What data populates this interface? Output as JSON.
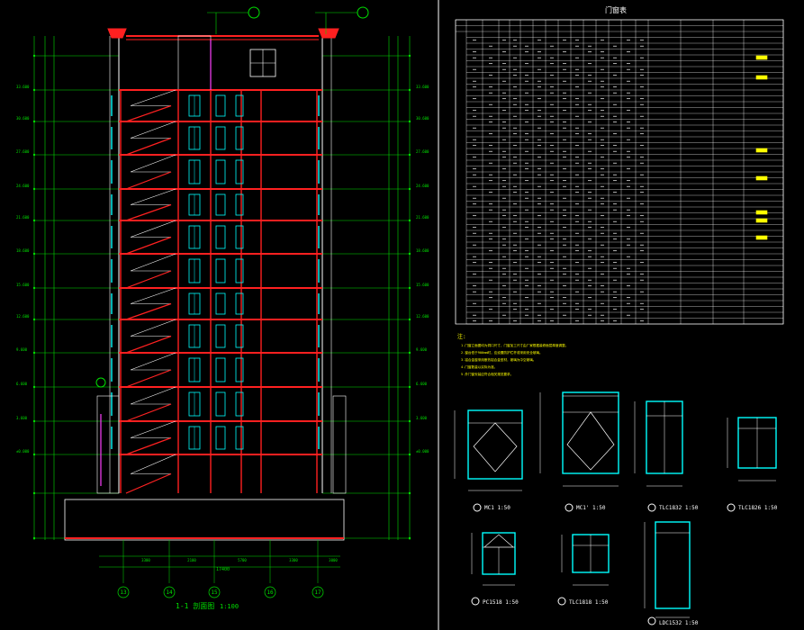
{
  "drawing": {
    "section_title": "1-1 剖面图",
    "section_scale": "1:100",
    "total_width_dim": "17400",
    "axis_labels": [
      "13",
      "14",
      "15",
      "16",
      "17"
    ],
    "bottom_dims": [
      "3300",
      "2100",
      "5700",
      "3300",
      "3000"
    ],
    "elevations_left": [
      "33.600",
      "30.600",
      "27.600",
      "24.600",
      "21.600",
      "18.600",
      "15.600",
      "12.600",
      "9.600",
      "6.600",
      "3.600",
      "±0.000"
    ],
    "elevations_right": [
      "33.600",
      "30.600",
      "27.600",
      "24.600",
      "21.600",
      "18.600",
      "15.600",
      "12.600",
      "9.600",
      "6.600",
      "3.600",
      "±0.000"
    ]
  },
  "schedule": {
    "title": "门窗表",
    "notes_label": "注:",
    "notes": [
      "1.门窗立面图均为洞口尺寸，门窗加工尺寸由厂家根据装修面层厚度调整。",
      "2.窗台低于900mm时，应设置防护栏杆或采用安全玻璃。",
      "3.铝合金窗采用断热铝合金型材，玻璃为中空玻璃。",
      "4.门窗数量以实际为准。",
      "5.外门窗安装应符合相关规范要求。"
    ]
  },
  "elevations": [
    {
      "id": "1",
      "label": "MC1 1:50"
    },
    {
      "id": "2",
      "label": "MC1' 1:50"
    },
    {
      "id": "3",
      "label": "TLC1832 1:50"
    },
    {
      "id": "4",
      "label": "TLC1826 1:50"
    },
    {
      "id": "5",
      "label": "PC1518 1:50"
    },
    {
      "id": "6",
      "label": "TLC1818 1:50"
    },
    {
      "id": "7",
      "label": "LDC1532 1:50"
    }
  ],
  "colors": {
    "background": "#000000",
    "cyan": "#00FFFF",
    "red": "#FF2020",
    "green": "#00E000",
    "white": "#FFFFFF",
    "yellow": "#FFFF00",
    "magenta": "#FF40FF",
    "gray": "#A0A0A0"
  }
}
